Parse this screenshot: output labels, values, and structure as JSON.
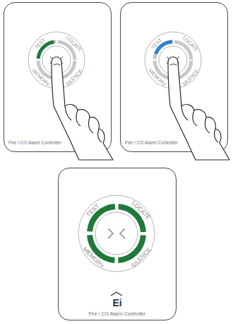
{
  "diagram": {
    "nodes": [
      {
        "text": [
          "TEST",
          "LOCATE",
          "MEMORY",
          "SILENCE",
          "Fire / CO Alarm Controller"
        ]
      },
      {
        "text": [
          "TEST",
          "LOCATE",
          "MEMORY",
          "SILENCE",
          "Fire / CO Alarm Controller"
        ]
      },
      {
        "text": [
          "TEST",
          "LOCATE",
          "MEMORY",
          "SILENCE",
          "Ei",
          "Fire / CO Alarm Controller"
        ]
      }
    ]
  }
}
